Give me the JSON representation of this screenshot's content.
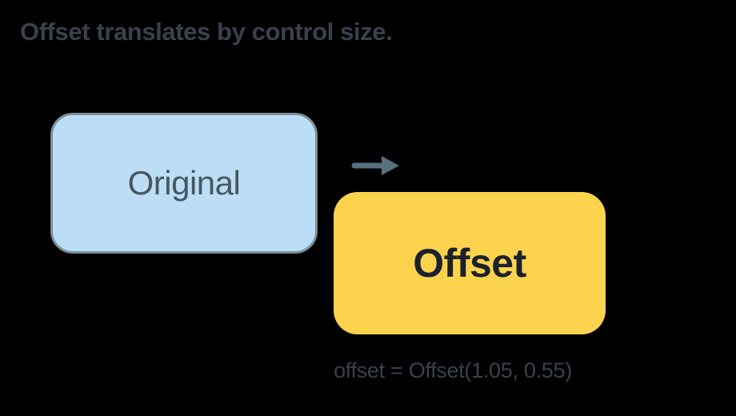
{
  "title": "Offset translates by control size.",
  "diagram": {
    "original_box": {
      "label": "Original"
    },
    "offset_box": {
      "label": "Offset"
    },
    "caption": "offset = Offset(1.05, 0.55)",
    "offset_values": {
      "x": "1.05",
      "y": "0.55"
    }
  },
  "icons": {
    "arrow": "right-arrow-icon"
  },
  "colors": {
    "background": "#000000",
    "title_text": "#3a414c",
    "original_fill": "#bbddf6",
    "original_border": "#7d8d98",
    "original_text": "#47565f",
    "arrow": "#567180",
    "offset_fill": "#fcd34d",
    "offset_text": "#1c212b",
    "caption_text": "#3a414c"
  }
}
